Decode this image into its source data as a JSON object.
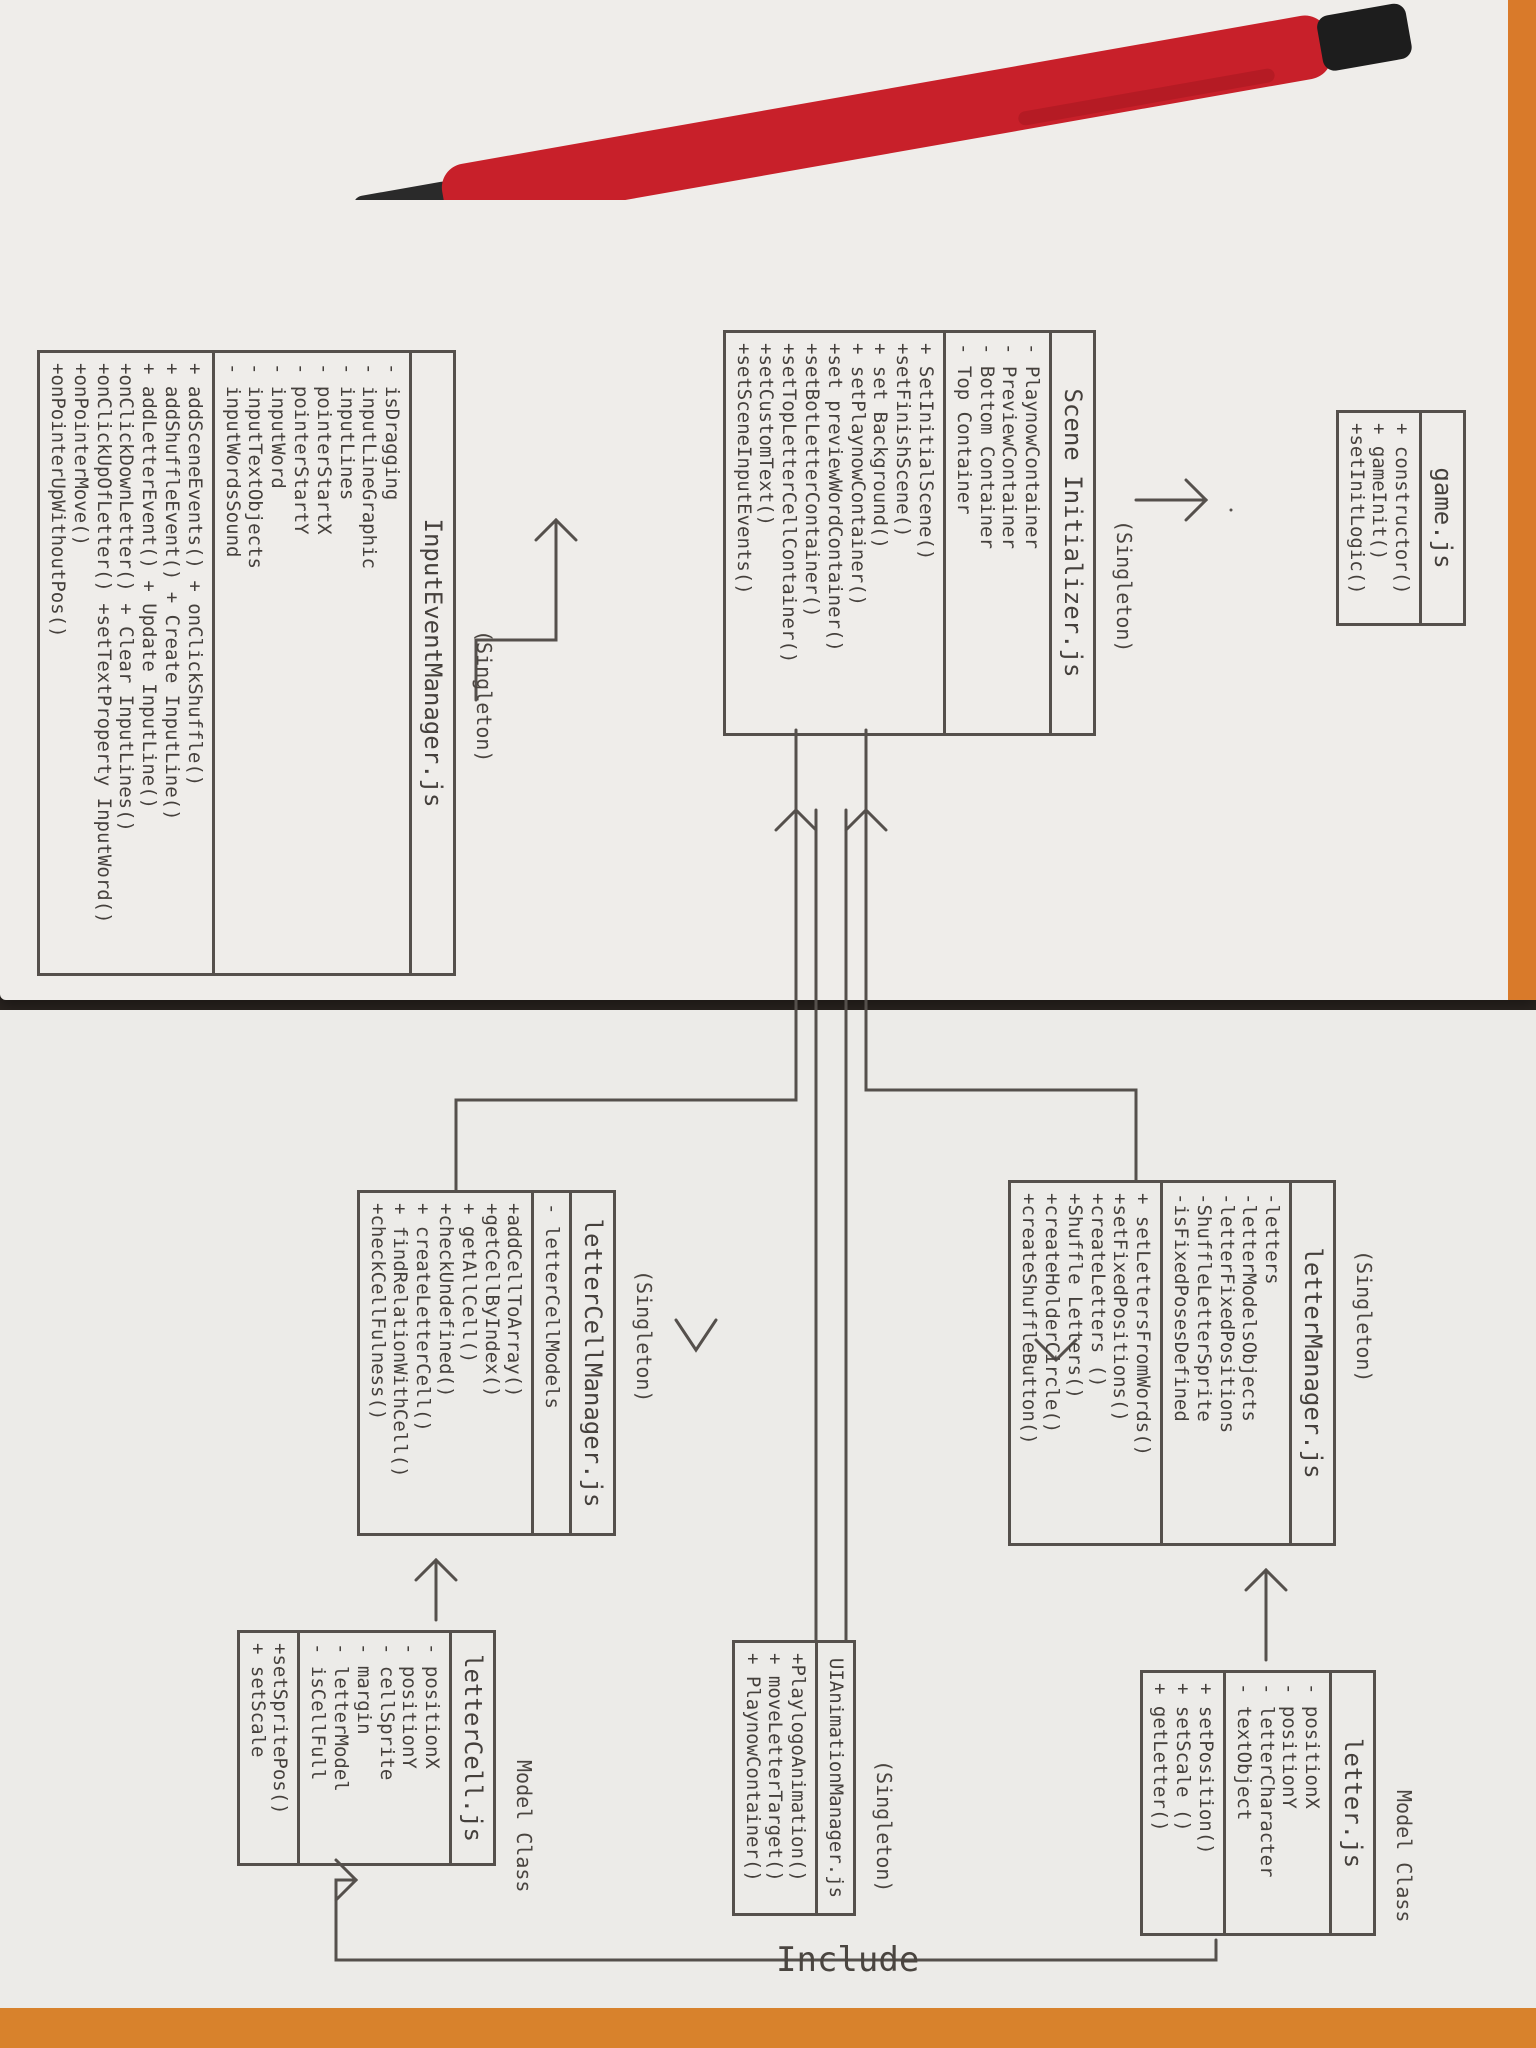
{
  "diagram": {
    "include_label": "Include",
    "classes": {
      "game": {
        "name": "game.js",
        "stereotype": "",
        "fields": [],
        "methods": [
          "+ constructor()",
          "+ gameInit()",
          "+setInitLogic()"
        ]
      },
      "scene_initializer": {
        "name": "Scene Initializer.js",
        "stereotype": "(Singleton)",
        "fields": [
          "- PlaynowContainer",
          "- PreviewContainer",
          "- Bottom Container",
          "- Top Container"
        ],
        "methods": [
          "+ SetInitialScene()",
          "+setFinishScene()",
          "+ set Background()",
          "+ setPlaynowContainer()",
          "+set previewWordContainer()",
          "+setBotLetterContainer()",
          "+setTopLetterCellContainer()",
          "+setCustomText()",
          "+setSceneInputEvents()"
        ]
      },
      "input_event_manager": {
        "name": "InputEventManager.js",
        "stereotype": "(Singleton)",
        "fields": [
          "- isDragging",
          "- inputLineGraphic",
          "- inputLines",
          "- pointerStartX",
          "- pointerStartY",
          "- inputWord",
          "- inputTextObjects",
          "- inputWordsSound"
        ],
        "methods": [
          "+ addSceneEvents()  + onClickShuffle()",
          "+ addShuffleEvent()  + Create InputLine()",
          "+ addLetterEvent()  + Update InputLine()",
          "+onClickDownLetter()  + Clear InputLines()",
          "+onClickUpOfLetter()  +setTextProperty InputWord()",
          "+onPointerMove()",
          "+onPointerUpWithoutPos()"
        ]
      },
      "letter_cell_manager": {
        "name": "letterCellManager.js",
        "stereotype": "(Singleton)",
        "fields": [
          "- letterCellModels"
        ],
        "methods": [
          "+addCellToArray()",
          "+getCellByIndex()",
          "+ getAllCell()",
          "+checkUndefined()",
          "+ createLetterCell()",
          "+ findRelationWithCell()",
          "+checkCellFulness()"
        ]
      },
      "letter_manager": {
        "name": "letterManager.js",
        "stereotype": "(Singleton)",
        "fields": [
          "-letters",
          "-letterModelsObjects",
          "-letterFixedPositions",
          "-ShuffleLetterSprite",
          "-isFixedPosesDefined"
        ],
        "methods": [
          "+ setLettersFromWords()",
          "+setFixedPositions()",
          "+createLetters ()",
          "+Shuffle Letters()",
          "+createHolderCircle()",
          "+createShuffleButton()"
        ]
      },
      "letter_cell": {
        "name": "letterCell.js",
        "stereotype": "Model Class",
        "fields": [
          "- positionX",
          "- positionY",
          "- cellSprite",
          "- margin",
          "- letterModel",
          "- isCellFull"
        ],
        "methods": [
          "+setSpritePos()",
          "+ setScale"
        ]
      },
      "ui_animation_manager": {
        "name": "UIAnimationManager.js",
        "stereotype": "(Singleton)",
        "fields": [],
        "methods": [
          "+PlaylogoAnimation()",
          "+ moveLetterTarget()",
          "+ PlaynowContainer()"
        ]
      },
      "letter": {
        "name": "letter.js",
        "stereotype": "Model Class",
        "fields": [
          "- positionX",
          "- positionY",
          "- letterCharacter",
          "- textObject"
        ],
        "methods": [
          "+ setPosition()",
          "+ setScale ()",
          "+ getLetter()"
        ]
      }
    }
  },
  "colors": {
    "paper": "#efedea",
    "ink": "#45403c",
    "pen_body": "#c8202a",
    "desk_orange": "#d8822c"
  }
}
